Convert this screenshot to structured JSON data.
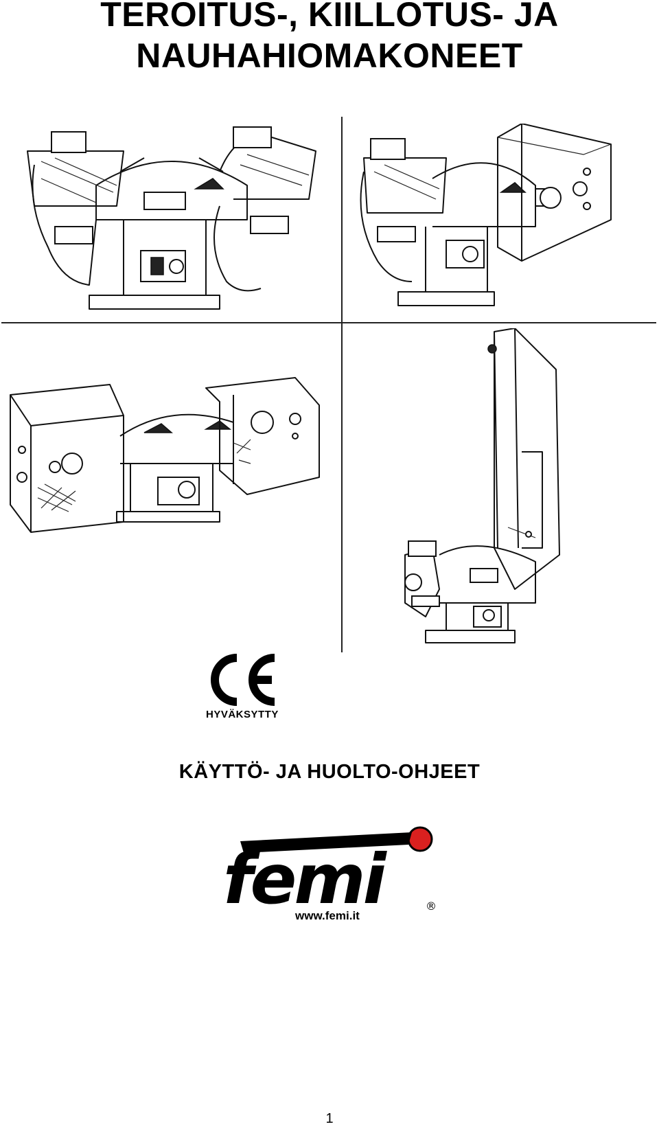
{
  "document": {
    "title_line1": "TEROITUS-, KIILLOTUS- JA",
    "title_line2": "NAUHAHIOMAKONEET",
    "ce_caption": "HYVÄKSYTTY",
    "subtitle": "KÄYTTÖ- JA HUOLTO-OHJEET",
    "logo_text": "femi",
    "logo_registered": "®",
    "website": "www.femi.it",
    "page_number": "1"
  },
  "colors": {
    "logo_dot": "#d9201f",
    "ink": "#000000"
  }
}
